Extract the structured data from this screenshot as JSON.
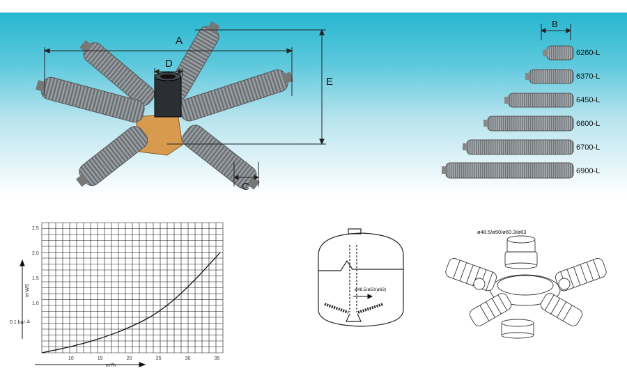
{
  "dimension_labels": {
    "a": "A",
    "b": "B",
    "c": "C",
    "d": "D",
    "e": "E"
  },
  "models": [
    "6260-L",
    "6370-L",
    "6450-L",
    "6600-L",
    "6700-L",
    "6900-L"
  ],
  "tank_label": "ø48.5/ø50(ø63)",
  "hub_label": "ø48.5/ø50/ø60.3/ø63",
  "chart_data": {
    "type": "line",
    "x": [
      5,
      10,
      15,
      20,
      25,
      30,
      35.5
    ],
    "y": [
      0.0,
      0.12,
      0.28,
      0.5,
      0.8,
      1.3,
      2.0
    ],
    "xticks": [
      "10",
      "15",
      "20",
      "25",
      "30",
      "35"
    ],
    "yticks": [
      "1.0",
      "1.5",
      "2.0",
      "2.5"
    ],
    "xlabel": "m³/h",
    "ylabel": "m WS",
    "ylabel2": "0.1 bar ≙",
    "xlim": [
      5,
      36
    ],
    "ylim": [
      0,
      2.6
    ],
    "grid": true
  }
}
